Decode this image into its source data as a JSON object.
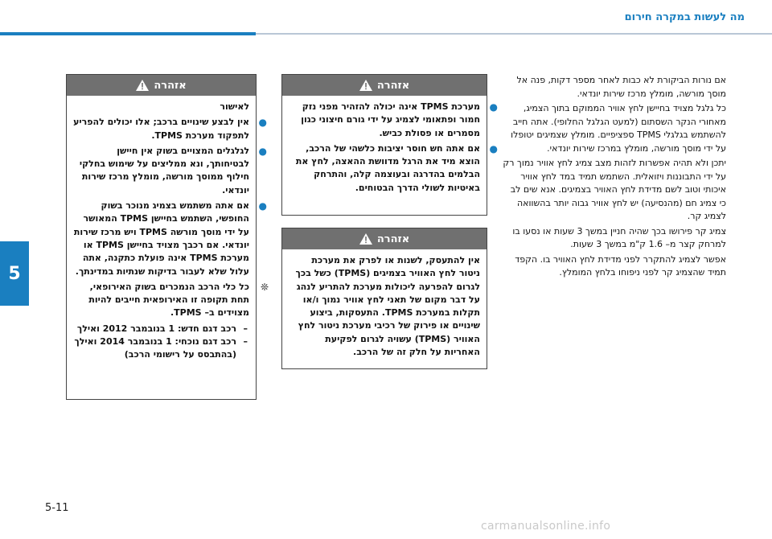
{
  "header": {
    "title": "מה לעשות במקרה חירום"
  },
  "chapter_tab": "5",
  "page_number": "5-11",
  "watermark": "carmanualsonline.info",
  "body_text": {
    "paragraphs": [
      "אם נורות הביקורת לא כבות לאחר מספר דקות, פנה אל מוסך מורשה, מומלץ מרכז שירות יונדאי.",
      "כל גלגל מצויד בחיישן לחץ אוויר הממוקם בתוך הצמיג, מאחורי הנקר השסתום (למעט הגלגל החלופי). אתה חייב להשתמש בגלגלי TPMS ספציפיים. מומלץ שצמיגים יטופלו על ידי מוסך מורשה, מומלץ במרכז שירות יונדאי.",
      "יתכן ולא תהיה אפשרות לזהות מצב צמיג לחץ אוויר נמוך רק על ידי התבוננות ויזואלית. השתמש תמיד במד לחץ אוויר איכותי וטוב לשם מדידת לחץ האוויר בצמיגים. אנא שים לב כי צמיג חם (מהנסיעה) יש לחץ אוויר גבוה יותר בהשוואה לצמיג קר.",
      "צמיג קר פירושו בכך שהיה חניין במשך 3 שעות או נסעו בו למרחק קצר מ– 1.6 ק\"מ במשך 3 שעות.",
      "אפשר לצמיג להתקרר לפני מדידת לחץ האוויר בו. הקפד תמיד שהצמיג קר לפני ניפוחו בלחץ המומלץ."
    ]
  },
  "warning_boxes": [
    {
      "title": "אזהרה",
      "items": [
        {
          "kind": "plain",
          "text": "לאישור"
        },
        {
          "kind": "bullet",
          "text": "אין לבצע שינויים ברכב; אלו יכולים להפריע לתפקוד מערכת TPMS."
        },
        {
          "kind": "bullet",
          "text": "לגלגלים המצויים בשוק אין חיישן לבטיחותך, ונא ממליצים על שימוש בחלקי חילוף ממוסך מורשה, מומלץ מרכז שירות יונדאי."
        },
        {
          "kind": "bullet",
          "text": "אם אתה משתמש בצמיג מנוכר בשוק החופשי, השתמש בחיישן TPMS המאושר על ידי מוסך מורשה TPMS ויש מרכז שירות יונדאי. אם רכבך מצויד בחיישן TPMS או מערכת TPMS אינה פועלת כתקנה, אתה עלול שלא לעבור בדיקות שנתיות במדינתך."
        },
        {
          "kind": "star",
          "text": "כל כלי הרכב הנמכרים בשוק האירופאי, תחת תקופה זו האירופאית חייבים להיות מצוידים ב– TPMS."
        },
        {
          "kind": "dash",
          "text": "רכב דגם חדש: 1 בנובמבר 2012 ואילך"
        },
        {
          "kind": "dash",
          "text": "רכב דגם נוכחי: 1 בנובמבר 2014 ואילך (בהתבסס על רישומי הרכב)"
        }
      ]
    },
    {
      "title": "אזהרה",
      "items": [
        {
          "kind": "bullet",
          "text": "מערכת TPMS אינה יכולה להזהיר מפני נזק חמור ופתאומי לצמיג על ידי גורם חיצוני כגון מסמרים או פסולת כביש."
        },
        {
          "kind": "bullet",
          "text": "אם אתה חש חוסר יציבות כלשהי של הרכב, הוצא מיד את הרגל מדוושת ההאצה, לחץ את הבלמים בהדרגה ובעוצמה קלה, והתרחק באיטיות לשולי הדרך הבטוחים."
        }
      ]
    },
    {
      "title": "אזהרה",
      "items": [
        {
          "kind": "plain",
          "text": "אין להתעסק, לשנות או לפרק את מערכת ניטור לחץ האוויר בצמיגים (TPMS) כשל בכך לגרום להפרעה ליכולות מערכת להתריע לנהג על דבר מקום של תאני לחץ אוויר נמוך ו/או תקלות במערכת TPMS. התעסקות, ביצוע שינויים או פירוק של רכיבי מערכת ניטור לחץ האוויר (TPMS) עשויה לגרום לפקיעת האחריות על חלק זה של הרכב."
        }
      ]
    }
  ]
}
